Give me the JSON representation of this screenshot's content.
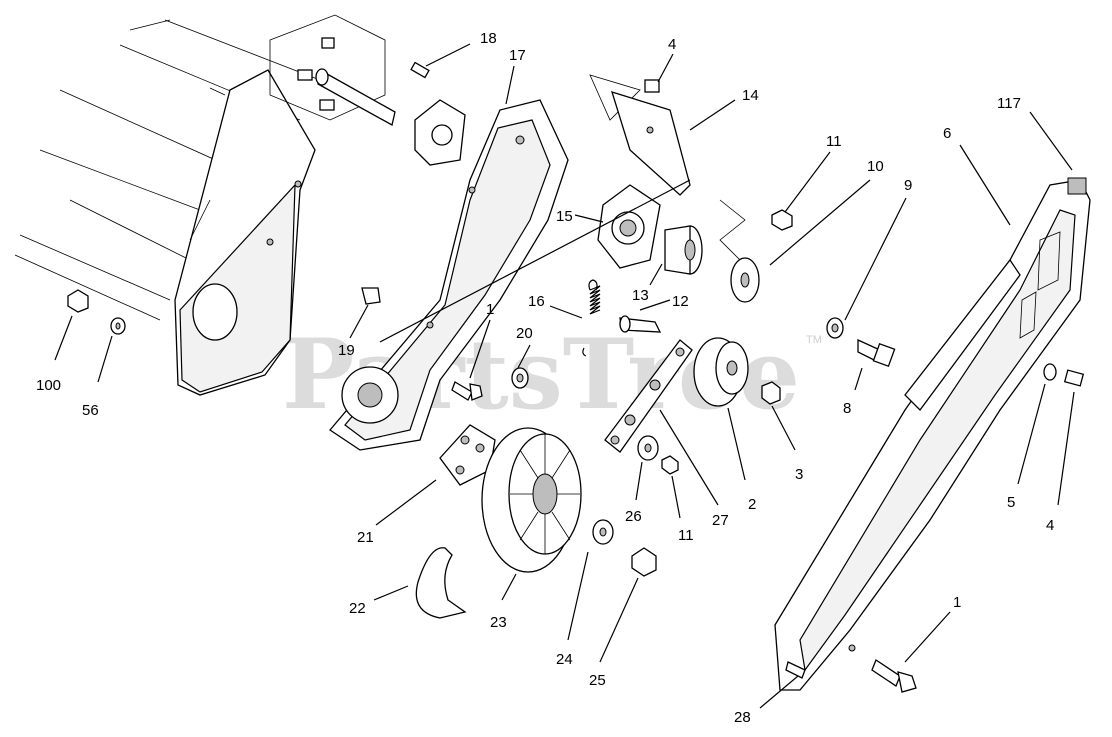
{
  "watermark": {
    "text": "PartsTree",
    "tm": "TM"
  },
  "callouts": [
    {
      "id": "c18",
      "text": "18"
    },
    {
      "id": "c17",
      "text": "17"
    },
    {
      "id": "c4a",
      "text": "4"
    },
    {
      "id": "c14",
      "text": "14"
    },
    {
      "id": "c117",
      "text": "117"
    },
    {
      "id": "c6",
      "text": "6"
    },
    {
      "id": "c11a",
      "text": "11"
    },
    {
      "id": "c10",
      "text": "10"
    },
    {
      "id": "c9",
      "text": "9"
    },
    {
      "id": "c15",
      "text": "15"
    },
    {
      "id": "c13",
      "text": "13"
    },
    {
      "id": "c16",
      "text": "16"
    },
    {
      "id": "c12",
      "text": "12"
    },
    {
      "id": "c1a",
      "text": "1"
    },
    {
      "id": "c20",
      "text": "20"
    },
    {
      "id": "c19",
      "text": "19"
    },
    {
      "id": "c100",
      "text": "100"
    },
    {
      "id": "c56",
      "text": "56"
    },
    {
      "id": "c8",
      "text": "8"
    },
    {
      "id": "c3",
      "text": "3"
    },
    {
      "id": "c2",
      "text": "2"
    },
    {
      "id": "c27",
      "text": "27"
    },
    {
      "id": "c26",
      "text": "26"
    },
    {
      "id": "c11b",
      "text": "11"
    },
    {
      "id": "c21",
      "text": "21"
    },
    {
      "id": "c5",
      "text": "5"
    },
    {
      "id": "c4b",
      "text": "4"
    },
    {
      "id": "c22",
      "text": "22"
    },
    {
      "id": "c23",
      "text": "23"
    },
    {
      "id": "c24",
      "text": "24"
    },
    {
      "id": "c25",
      "text": "25"
    },
    {
      "id": "c1b",
      "text": "1"
    },
    {
      "id": "c28",
      "text": "28"
    }
  ]
}
